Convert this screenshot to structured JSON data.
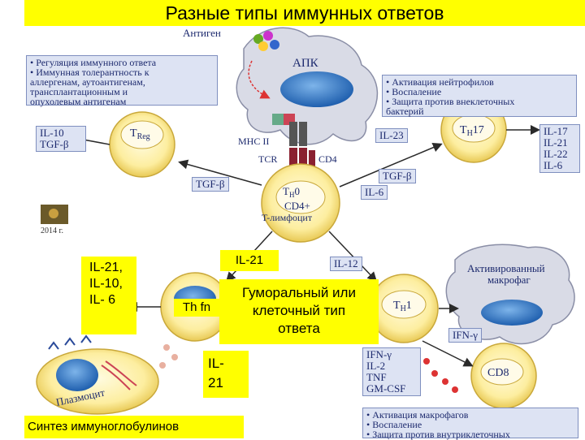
{
  "title": "Разные типы иммунных ответов",
  "diagram": {
    "antigen": "Антиген",
    "apc": "АПК",
    "mhc": "MHC II",
    "tcr": "TCR",
    "cd4": "CD4",
    "treg": "T",
    "treg_sub": "Reg",
    "th17": "T",
    "th17_sub": "H",
    "th17_tail": "17",
    "th0_line1": "T",
    "th0_sub": "H",
    "th0_tail": "0",
    "th0_line2": "CD4+",
    "th0_line3": "T-лимфоцит",
    "th1": "T",
    "th1_sub": "H",
    "th1_tail": "1",
    "macrophage_line1": "Активированный",
    "macrophage_line2": "макрофаг",
    "cd8": "CD8",
    "plasma": "Плазмоцит",
    "year": "2014 г."
  },
  "left_notes": [
    "• Регуляция иммунного ответа",
    "• Иммунная толерантность к",
    "  аллергенам, аутоантигенам,",
    "  трансплантационным и",
    "  опухолевым антигенам"
  ],
  "right_notes": [
    "• Активация нейтрофилов",
    "• Воспаление",
    "• Защита против внеклеточных",
    "  бактерий"
  ],
  "bottom_notes": [
    "• Активация макрофагов",
    "• Воспаление",
    "• Защита против внутриклеточных"
  ],
  "cytokines": {
    "treg_out": [
      "IL-10",
      "TGF-β"
    ],
    "tgf_left": "TGF-β",
    "il23": "IL-23",
    "tgf_right": "TGF-β",
    "il6": "IL-6",
    "th17_out": [
      "IL-17",
      "IL-21",
      "IL-22",
      "IL-6"
    ],
    "il12": "IL-12",
    "ifn_gamma": "IFN-γ",
    "th1_out": [
      "IFN-γ",
      "IL-2",
      "TNF",
      "GM-CSF"
    ]
  },
  "overlays": {
    "il21_top": "IL-21",
    "left_cytokines": [
      "IL-21,",
      "IL-10,",
      "IL- 6"
    ],
    "thfn": "Th fn",
    "center_lines": [
      "Гуморальный или",
      "клеточный тип",
      "ответа"
    ],
    "il21_bottom": [
      "IL-",
      "21"
    ],
    "synthesis": "Синтез иммуноглобулинов"
  }
}
